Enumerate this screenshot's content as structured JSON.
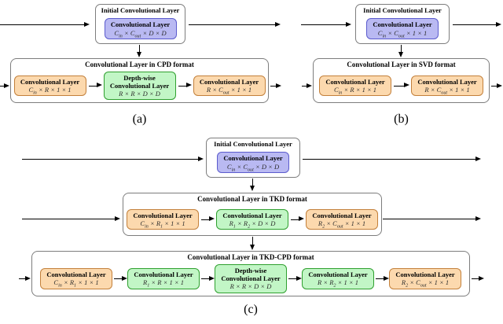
{
  "colors": {
    "purple_fill": "#b9b9f2",
    "purple_border": "#5b5bcd",
    "orange_fill": "#fcd9ae",
    "orange_border": "#c3803b",
    "green_fill": "#c2f6c6",
    "green_border": "#2fa02f",
    "box_border": "#7d7d7d",
    "arrow_color": "#000000"
  },
  "captions": {
    "a": "(a)",
    "b": "(b)",
    "c": "(c)"
  },
  "figures": {
    "a": {
      "initial": {
        "title": "Initial Convolutional Layer",
        "layer": {
          "lines": [
            "Convolutional Layer"
          ],
          "formula": "C_in × C_out × D × D"
        }
      },
      "format": {
        "title": "Convolutional Layer in CPD format",
        "layers": [
          {
            "lines": [
              "Convolutional Layer"
            ],
            "formula": "C_in × R × 1 × 1"
          },
          {
            "lines": [
              "Depth-wise",
              "Convolutional Layer"
            ],
            "formula": "R × R × D × D"
          },
          {
            "lines": [
              "Convolutional Layer"
            ],
            "formula": "R × C_out × 1 × 1"
          }
        ]
      }
    },
    "b": {
      "initial": {
        "title": "Initial Convolutional Layer",
        "layer": {
          "lines": [
            "Convolutional Layer"
          ],
          "formula": "C_in × C_out × 1 × 1"
        }
      },
      "format": {
        "title": "Convolutional Layer in SVD format",
        "layers": [
          {
            "lines": [
              "Convolutional Layer"
            ],
            "formula": "C_in × R × 1 × 1"
          },
          {
            "lines": [
              "Convolutional Layer"
            ],
            "formula": "R × C_out × 1 × 1"
          }
        ]
      }
    },
    "c": {
      "initial": {
        "title": "Initial Convolutional Layer",
        "layer": {
          "lines": [
            "Convolutional Layer"
          ],
          "formula": "C_in × C_out × D × D"
        }
      },
      "format_tkd": {
        "title": "Convolutional Layer in TKD format",
        "layers": [
          {
            "lines": [
              "Convolutional Layer"
            ],
            "formula": "C_in × R_1 × 1 × 1"
          },
          {
            "lines": [
              "Convolutional Layer"
            ],
            "formula": "R_1 × R_2 × D × D"
          },
          {
            "lines": [
              "Convolutional Layer"
            ],
            "formula": "R_2 × C_out × 1 × 1"
          }
        ]
      },
      "format_tkdcpd": {
        "title": "Convolutional Layer in TKD-CPD format",
        "layers": [
          {
            "lines": [
              "Convolutional Layer"
            ],
            "formula": "C_in × R_1 × 1 × 1"
          },
          {
            "lines": [
              "Convolutional Layer"
            ],
            "formula": "R_1 × R × 1 × 1"
          },
          {
            "lines": [
              "Depth-wise",
              "Convolutional Layer"
            ],
            "formula": "R × R × D × D"
          },
          {
            "lines": [
              "Convolutional Layer"
            ],
            "formula": "R × R_2 × 1 × 1"
          },
          {
            "lines": [
              "Convolutional Layer"
            ],
            "formula": "R_2 × C_out × 1 × 1"
          }
        ]
      }
    }
  }
}
